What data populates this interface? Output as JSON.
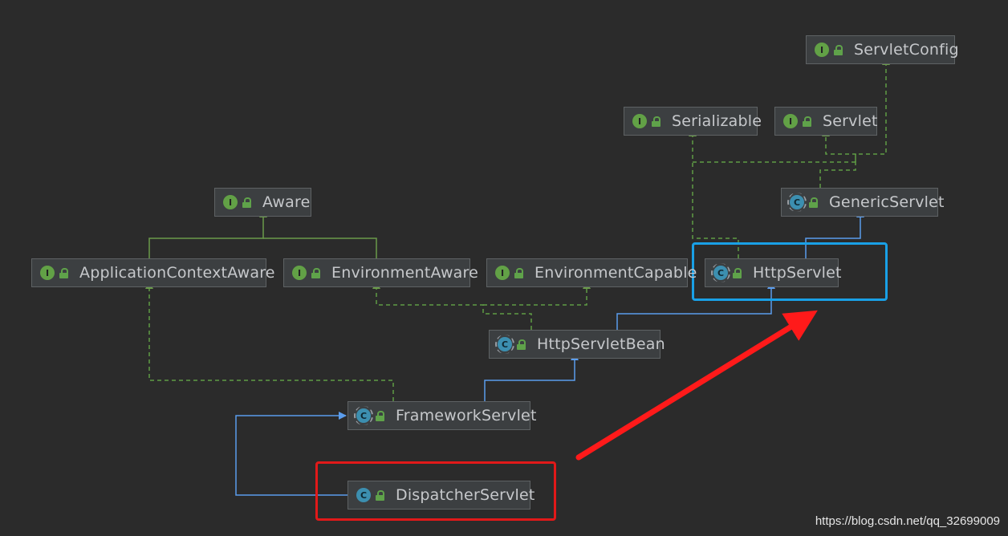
{
  "colors": {
    "background": "#2b2b2b",
    "node_fill": "#3c3f41",
    "node_border": "#5e6264",
    "node_text": "#c6c8cb",
    "interface_icon": "#62a146",
    "class_icon": "#3c8fb0",
    "implements_edge": "#5f9d45",
    "extends_edge": "#5b9ded",
    "extends_solid_edge": "#6a9a4b",
    "highlight_blue": "#19a0e6",
    "highlight_red": "#e11919",
    "arrow_red": "#ff1a1a"
  },
  "nodes": {
    "servlet_config": {
      "label": "ServletConfig",
      "kind": "interface",
      "icon": "interface-icon"
    },
    "serializable": {
      "label": "Serializable",
      "kind": "interface",
      "icon": "interface-icon"
    },
    "servlet": {
      "label": "Servlet",
      "kind": "interface",
      "icon": "interface-icon"
    },
    "generic_servlet": {
      "label": "GenericServlet",
      "kind": "abstract-class",
      "icon": "abstract-class-icon"
    },
    "aware": {
      "label": "Aware",
      "kind": "interface",
      "icon": "interface-icon"
    },
    "application_context_aware": {
      "label": "ApplicationContextAware",
      "kind": "interface",
      "icon": "interface-icon"
    },
    "environment_aware": {
      "label": "EnvironmentAware",
      "kind": "interface",
      "icon": "interface-icon"
    },
    "environment_capable": {
      "label": "EnvironmentCapable",
      "kind": "interface",
      "icon": "interface-icon"
    },
    "http_servlet": {
      "label": "HttpServlet",
      "kind": "abstract-class",
      "icon": "abstract-class-icon"
    },
    "http_servlet_bean": {
      "label": "HttpServletBean",
      "kind": "abstract-class",
      "icon": "abstract-class-icon"
    },
    "framework_servlet": {
      "label": "FrameworkServlet",
      "kind": "abstract-class",
      "icon": "abstract-class-icon"
    },
    "dispatcher_servlet": {
      "label": "DispatcherServlet",
      "kind": "class",
      "icon": "class-icon"
    }
  },
  "edges": [
    {
      "from": "generic_servlet",
      "to": "servlet_config",
      "type": "implements"
    },
    {
      "from": "generic_servlet",
      "to": "servlet",
      "type": "implements"
    },
    {
      "from": "generic_servlet",
      "to": "serializable",
      "type": "implements"
    },
    {
      "from": "application_context_aware",
      "to": "aware",
      "type": "extends-interface"
    },
    {
      "from": "environment_aware",
      "to": "aware",
      "type": "extends-interface"
    },
    {
      "from": "http_servlet",
      "to": "generic_servlet",
      "type": "extends"
    },
    {
      "from": "http_servlet",
      "to": "serializable",
      "type": "implements"
    },
    {
      "from": "http_servlet_bean",
      "to": "http_servlet",
      "type": "extends"
    },
    {
      "from": "http_servlet_bean",
      "to": "environment_aware",
      "type": "implements"
    },
    {
      "from": "http_servlet_bean",
      "to": "environment_capable",
      "type": "implements"
    },
    {
      "from": "framework_servlet",
      "to": "http_servlet_bean",
      "type": "extends"
    },
    {
      "from": "framework_servlet",
      "to": "application_context_aware",
      "type": "implements"
    },
    {
      "from": "dispatcher_servlet",
      "to": "framework_servlet",
      "type": "extends"
    }
  ],
  "highlights": [
    {
      "target": "http_servlet",
      "color": "blue"
    },
    {
      "target": "dispatcher_servlet",
      "color": "red"
    }
  ],
  "annotation_arrow": {
    "from": "dispatcher_servlet",
    "to": "http_servlet",
    "color": "red"
  },
  "watermark": "https://blog.csdn.net/qq_32699009"
}
